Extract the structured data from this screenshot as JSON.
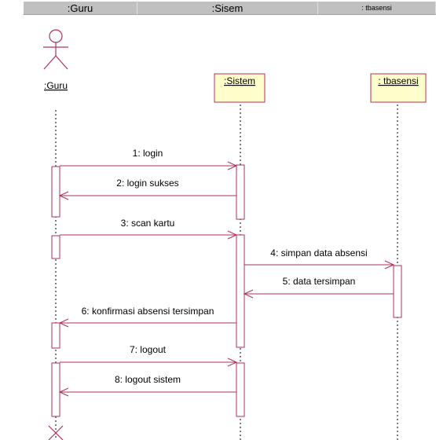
{
  "header": {
    "columns": [
      ":Guru",
      ":Sisem",
      ": tbasensi"
    ]
  },
  "lifelines": {
    "guru": ":Guru",
    "sistem": ":Sistem",
    "tbasensi": ": tbasensi"
  },
  "messages": [
    "1: login",
    "2: login sukses",
    "3: scan kartu",
    "4: simpan data absensi",
    "5: data tersimpan",
    "6: konfirmasi absensi tersimpan",
    "7: logout",
    "8: logout sistem"
  ],
  "colors": {
    "message": "#b0305a",
    "object_fill": "#ffffcc",
    "object_border": "#b0305a",
    "activation_fill": "#ffffff"
  }
}
